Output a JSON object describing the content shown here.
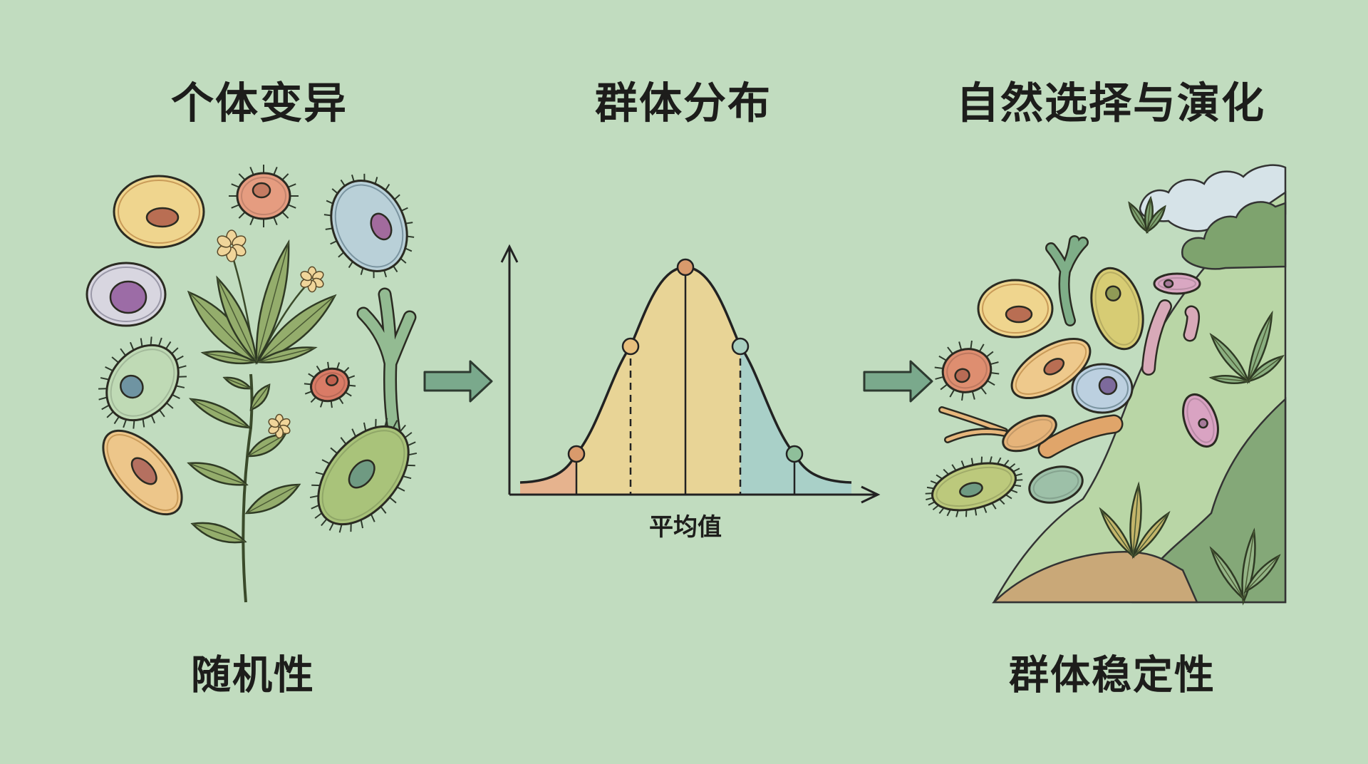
{
  "sections": {
    "left": {
      "title": "个体变异",
      "caption": "随机性"
    },
    "middle": {
      "title": "群体分布",
      "axis_label": "平均值"
    },
    "right": {
      "title": "自然选择与演化",
      "caption": "群体稳定性"
    }
  },
  "colors": {
    "background": "#c1dcbf",
    "arrow": "#7aa98c",
    "curve_left_tail": "#e6b38e",
    "curve_center": "#e8d496",
    "curve_right_tail": "#a9d0c8",
    "dot_orange": "#d99a6c",
    "dot_yellow": "#e8c07e",
    "dot_green": "#8fbf9a"
  }
}
